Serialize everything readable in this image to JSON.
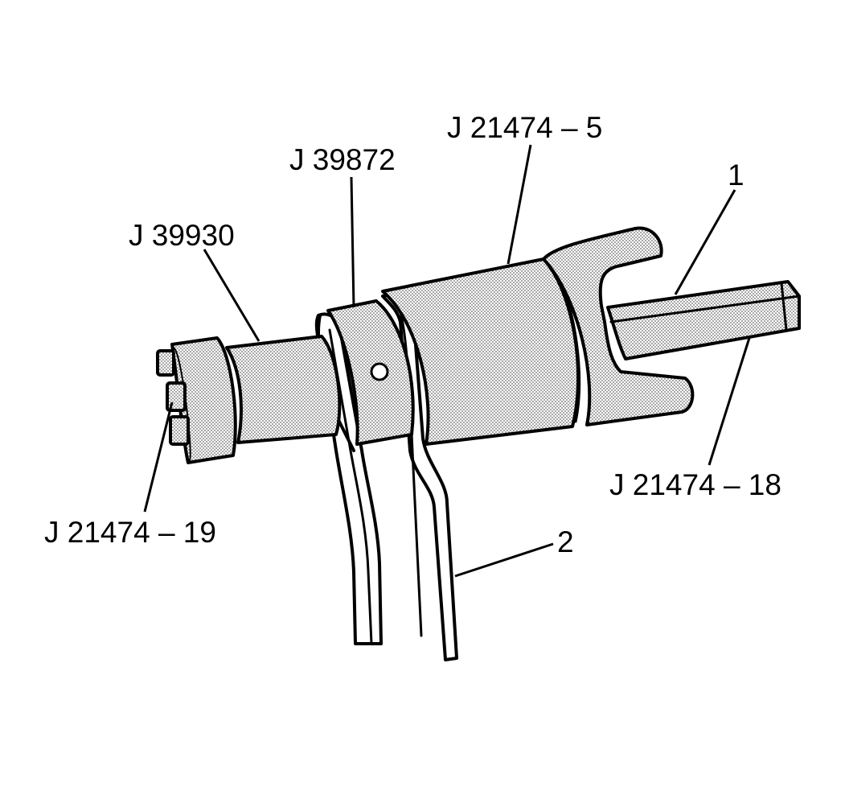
{
  "labels": {
    "j21474_5": "J 21474 – 5",
    "j39872": "J 39872",
    "j39930": "J 39930",
    "callout_1": "1",
    "j21474_18": "J 21474 – 18",
    "j21474_19": "J 21474 – 19",
    "callout_2": "2"
  },
  "colors": {
    "stroke": "#000000",
    "shading": "#cfcfcf",
    "background": "#ffffff"
  }
}
